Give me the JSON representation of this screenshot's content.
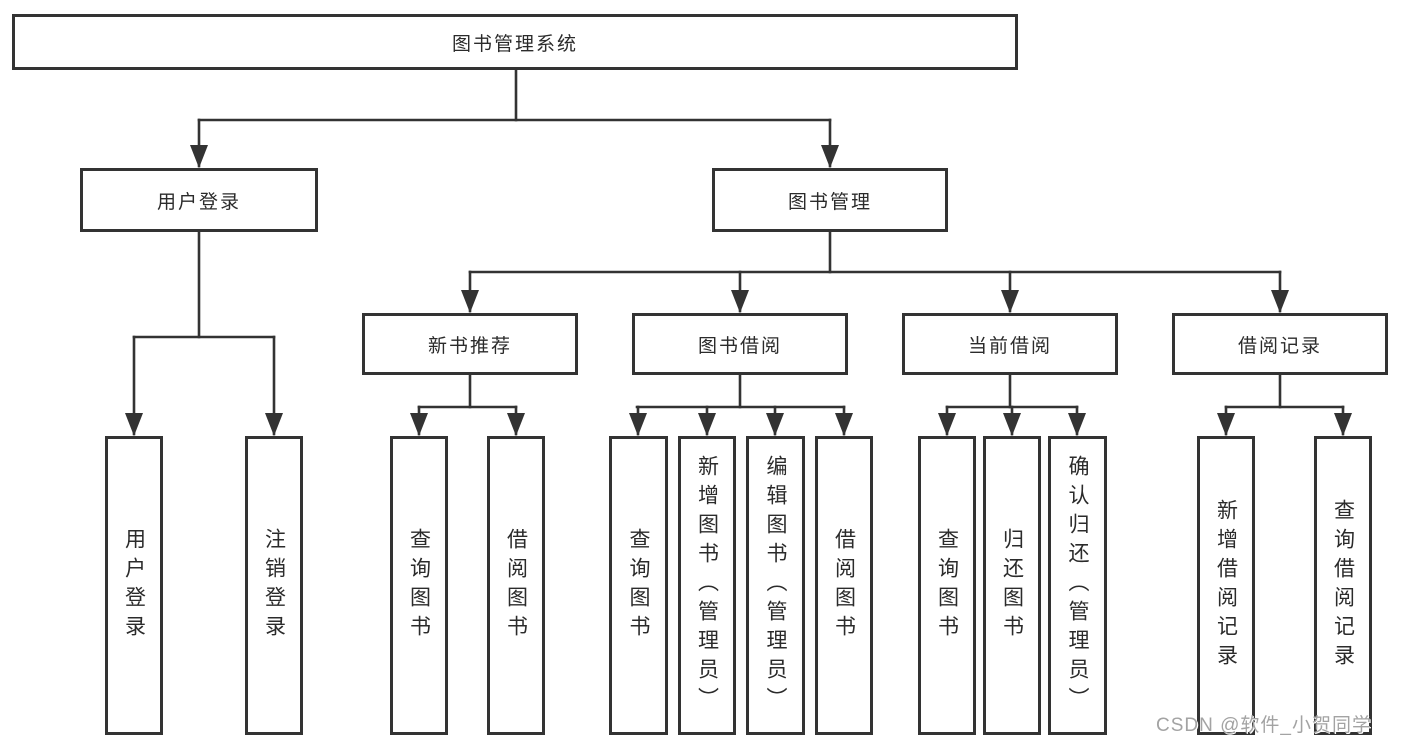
{
  "colors": {
    "line": "#333333",
    "box_border": "#333333",
    "text": "#2b2b2b",
    "background": "#ffffff",
    "watermark": "#a3a3a3"
  },
  "nodes": {
    "root": "图书管理系统",
    "user_login": "用户登录",
    "book_mgmt": "图书管理",
    "new_book_rec": "新书推荐",
    "book_borrow": "图书借阅",
    "current_borrow": "当前借阅",
    "borrow_records": "借阅记录",
    "leaf_user_login": "用户登录",
    "leaf_logout": "注销登录",
    "leaf_nbr_query": "查询图书",
    "leaf_nbr_borrow": "借阅图书",
    "leaf_bb_query": "查询图书",
    "leaf_bb_add": "新增图书（管理员）",
    "leaf_bb_edit": "编辑图书（管理员）",
    "leaf_bb_borrow": "借阅图书",
    "leaf_cb_query": "查询图书",
    "leaf_cb_return": "归还图书",
    "leaf_cb_confirm": "确认归还（管理员）",
    "leaf_br_add": "新增借阅记录",
    "leaf_br_query": "查询借阅记录"
  },
  "hierarchy": {
    "图书管理系统": {
      "用户登录": [
        "用户登录",
        "注销登录"
      ],
      "图书管理": {
        "新书推荐": [
          "查询图书",
          "借阅图书"
        ],
        "图书借阅": [
          "查询图书",
          "新增图书（管理员）",
          "编辑图书（管理员）",
          "借阅图书"
        ],
        "当前借阅": [
          "查询图书",
          "归还图书",
          "确认归还（管理员）"
        ],
        "借阅记录": [
          "新增借阅记录",
          "查询借阅记录"
        ]
      }
    }
  },
  "watermark": "CSDN @软件_小贺同学"
}
